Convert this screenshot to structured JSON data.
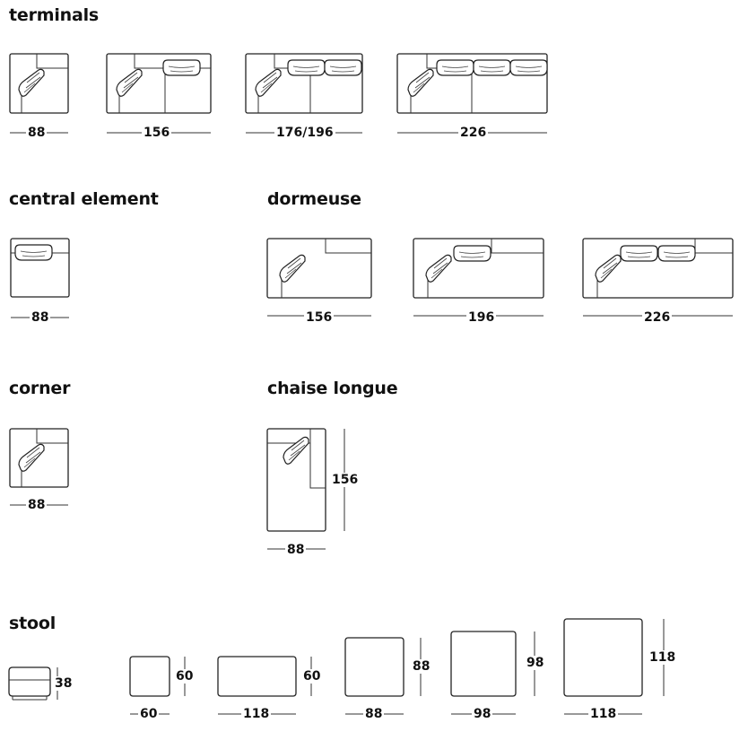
{
  "sections": {
    "terminals": "terminals",
    "central": "central element",
    "dormeuse": "dormeuse",
    "corner": "corner",
    "chaise": "chaise longue",
    "stool": "stool"
  },
  "dims": {
    "t1": "88",
    "t2": "156",
    "t3": "176/196",
    "t4": "226",
    "central": "88",
    "d1": "156",
    "d2": "196",
    "d3": "226",
    "corner": "88",
    "chaise_w": "88",
    "chaise_h": "156",
    "s_side_h": "38",
    "s1_w": "60",
    "s1_h": "60",
    "s2_w": "118",
    "s2_h": "60",
    "s3_w": "88",
    "s3_h": "88",
    "s4_w": "98",
    "s4_h": "98",
    "s5_w": "118",
    "s5_h": "118"
  }
}
